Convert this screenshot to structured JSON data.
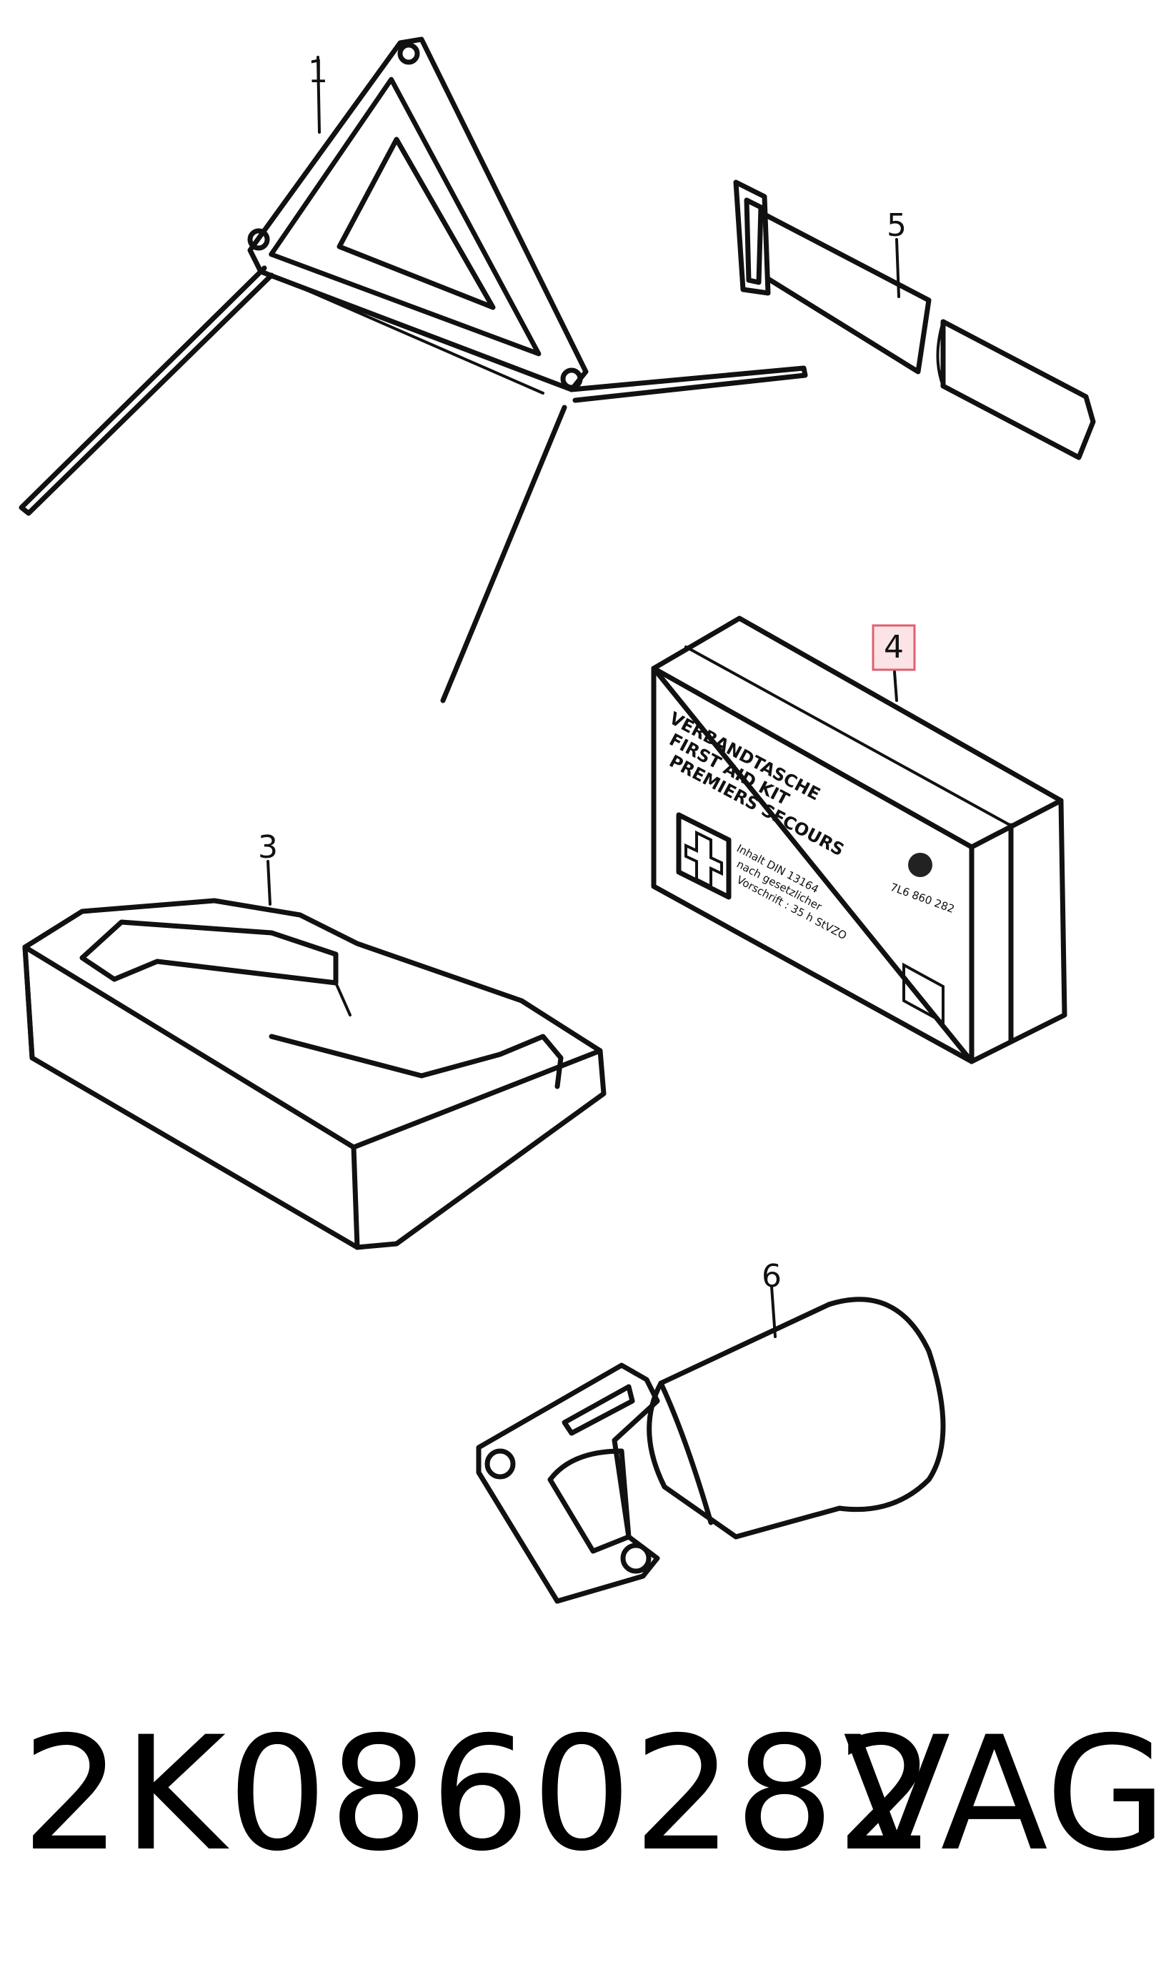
{
  "callouts": {
    "c1": "1",
    "c3": "3",
    "c4": "4",
    "c5": "5",
    "c6": "6"
  },
  "first_aid_kit": {
    "line1": "VERBANDTASCHE",
    "line2": "FIRST AID KIT",
    "line3": "PREMIERS SECOURS",
    "info1": "Inhalt DIN 13164",
    "info2": "nach gesetzlicher",
    "info3": "Vorschrift : 35 h StVZO",
    "code": "7L6  860  282"
  },
  "colors": {
    "highlight_border": "#e06070",
    "highlight_fill": "#fbe3e6",
    "ink": "#111111"
  },
  "footer": {
    "part_number": "2K0860282",
    "brand": "VAG"
  }
}
